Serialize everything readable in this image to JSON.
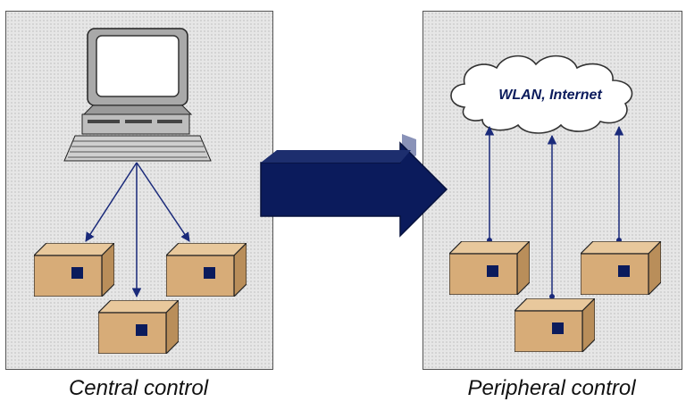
{
  "left_panel": {
    "caption": "Central control"
  },
  "right_panel": {
    "caption": "Peripheral control",
    "cloud_label": "WLAN, Internet"
  },
  "colors": {
    "arrow": "#0b1b5c",
    "box_face": "#d7ac78",
    "box_top": "#e8c89c",
    "box_side": "#b98e5a",
    "line": "#1a2a7a",
    "panel_bg": "#e6e6e6"
  },
  "icons": [
    "computer-icon",
    "box-icon",
    "cloud-icon",
    "big-arrow"
  ]
}
